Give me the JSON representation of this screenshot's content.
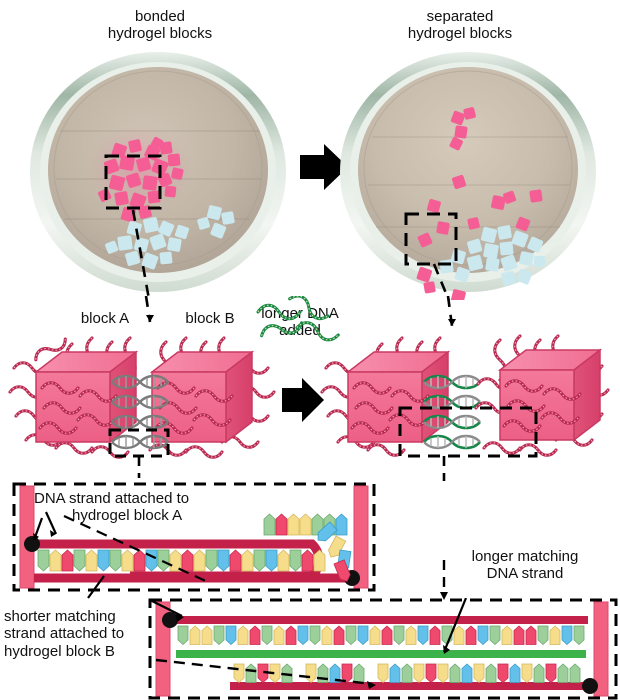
{
  "figure": {
    "type": "scientific-schematic",
    "subject": "DNA strand-displacement separation of bonded hydrogel blocks"
  },
  "top_row": {
    "left_caption": {
      "line1": "bonded",
      "line2": "hydrogel blocks"
    },
    "right_caption": {
      "line1": "separated",
      "line2": "hydrogel blocks"
    },
    "arrow": "right-arrow",
    "left_dish": {
      "name": "petri-dish-bonded",
      "rim_color": "#b9c6bd",
      "interior_color": "#bdb2a4",
      "pink_cubes": 22,
      "blue_cubes": 16,
      "state": "pink and blue blocks adhered in a joined cluster",
      "selection_box": true
    },
    "right_dish": {
      "name": "petri-dish-separated",
      "rim_color": "#b9c6bd",
      "interior_color": "#c4b8a8",
      "pink_cubes": 16,
      "blue_cubes": 17,
      "state": "pink blocks dispersed, blue blocks remain clustered",
      "selection_box": true
    }
  },
  "middle_row": {
    "block_a_label": "block A",
    "block_b_label": "block B",
    "longer_dna_label": {
      "line1": "longer DNA",
      "line2": "added"
    },
    "arrow": "right-arrow",
    "left_pair": {
      "name": "bonded-block-pair",
      "state": "blocks joined by striped DNA duplex bridges",
      "duplex_count": 4
    },
    "right_pair": {
      "name": "separated-block-pair",
      "state": "blocks apart, green longer DNA bound to block A strands",
      "duplex_count": 4
    }
  },
  "bottom_panels": {
    "left_panel": {
      "name": "detail-panel-bonded-duplex",
      "caption": {
        "line1": "DNA strand attached to",
        "line2": "hydrogel block A"
      },
      "features": [
        "hairpin-loop",
        "paired-bases",
        "anchor-dots"
      ],
      "base_pair_count": 24
    },
    "shorter_strand_caption": {
      "line1": "shorter matching",
      "line2": "strand attached to",
      "line3": "hydrogel block B"
    },
    "longer_strand_caption": {
      "line1": "longer matching",
      "line2": "DNA strand"
    },
    "right_panel": {
      "name": "detail-panel-displaced-duplex",
      "features": [
        "long-green-strand",
        "displaced-short-strand",
        "anchor-dots"
      ],
      "base_pair_count": 28
    }
  },
  "colors": {
    "hydrogel_pink": "#ef6b8a",
    "hydrogel_pink_dark": "#d94a6c",
    "strand_red": "#c3204a",
    "longer_dna_green": "#19914e",
    "base_green": "#9ccf9a",
    "base_yellow": "#f5dd8c",
    "base_blue": "#62c0ea",
    "base_pink": "#ef4a6e",
    "arrow_black": "#000000",
    "dish_rim": "#b9c6bd",
    "cube_pink": "#f45e95",
    "cube_blue": "#c7e7ef"
  }
}
